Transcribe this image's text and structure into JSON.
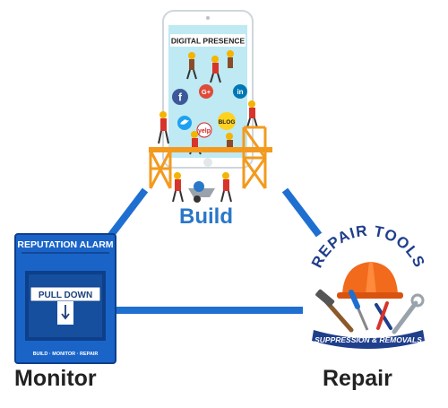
{
  "colors": {
    "triangle_blue": "#1f6fd1",
    "alarm_blue": "#1a64c8",
    "alarm_dark": "#0d3f8a",
    "phone_screen": "#bfe9f3",
    "scaffold_orange": "#f39a1e",
    "helmet_orange": "#f26a1b",
    "text_dark": "#222222",
    "build_blue": "#2a77c9"
  },
  "nodes": {
    "build": {
      "label": "Build"
    },
    "monitor": {
      "label": "Monitor"
    },
    "repair": {
      "label": "Repair"
    }
  },
  "phone": {
    "screen_title": "DIGITAL PRESENCE",
    "icons": [
      "facebook-icon",
      "google-plus-icon",
      "linkedin-icon",
      "twitter-icon",
      "yelp-icon",
      "blog-icon"
    ],
    "icon_labels": {
      "facebook": "f",
      "google_plus": "G+",
      "linkedin": "in",
      "blog": "BLOG",
      "yelp": "yelp"
    }
  },
  "alarm_box": {
    "title": "REPUTATION ALARM",
    "handle": "PULL  DOWN",
    "footer": "BUILD · MONITOR · REPAIR"
  },
  "repair_logo": {
    "arc_text": "REPAIR TOOLS",
    "ribbon_text": "SUPPRESSION & REMOVALS"
  }
}
